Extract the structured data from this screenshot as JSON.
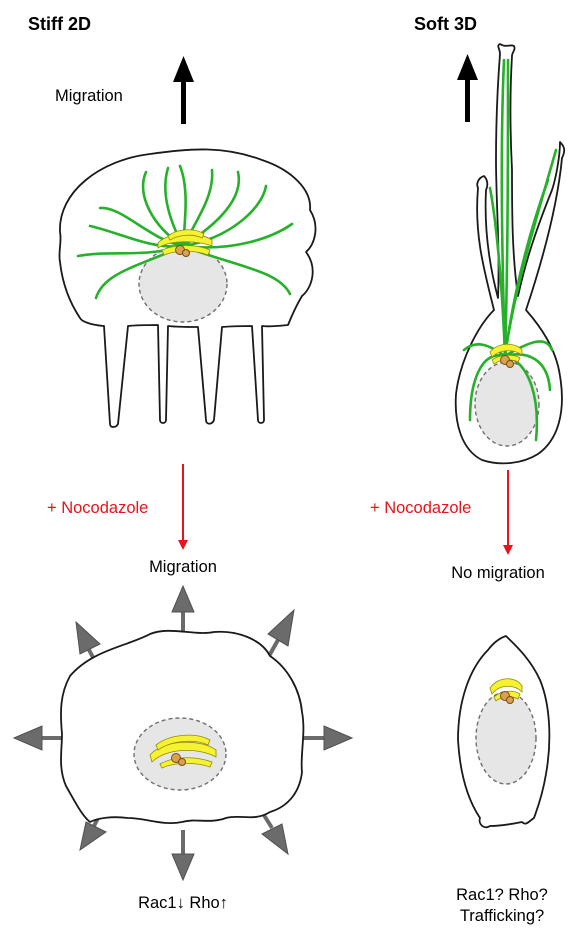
{
  "panels": {
    "left": {
      "title": "Stiff 2D",
      "top_label": "Migration",
      "treatment": "+ Nocodazole",
      "bottom_label": "Migration",
      "result_line1": "Rac1↓  Rho↑"
    },
    "right": {
      "title": "Soft 3D",
      "treatment": "+ Nocodazole",
      "bottom_label": "No migration",
      "result_line1": "Rac1?  Rho?",
      "result_line2": "Trafficking?"
    }
  },
  "colors": {
    "treatment_arrow": "#e8141b",
    "microtubules": "#27b02a",
    "golgi": "#f7f230",
    "protrusion_arrows": "#6b6b6b"
  }
}
